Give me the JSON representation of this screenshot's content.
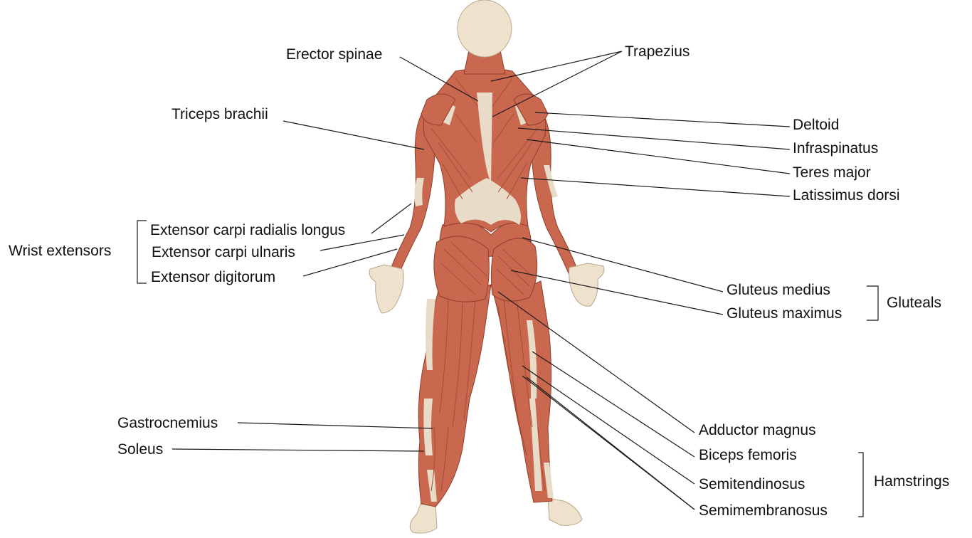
{
  "colors": {
    "muscle": "#c9684f",
    "muscle_dark": "#a84c37",
    "muscle_light": "#dd8b72",
    "tendon": "#e8dcc8",
    "skin": "#efe2cd",
    "line": "#1a1a1a"
  },
  "labels": {
    "erector_spinae": "Erector spinae",
    "trapezius": "Trapezius",
    "triceps_brachii": "Triceps brachii",
    "deltoid": "Deltoid",
    "infraspinatus": "Infraspinatus",
    "teres_major": "Teres major",
    "latissimus_dorsi": "Latissimus dorsi",
    "extensor_carpi_radialis_longus": "Extensor carpi radialis longus",
    "extensor_carpi_ulnaris": "Extensor carpi ulnaris",
    "extensor_digitorum": "Extensor digitorum",
    "gluteus_medius": "Gluteus medius",
    "gluteus_maximus": "Gluteus maximus",
    "gastrocnemius": "Gastrocnemius",
    "soleus": "Soleus",
    "adductor_magnus": "Adductor magnus",
    "biceps_femoris": "Biceps femoris",
    "semitendinosus": "Semitendinosus",
    "semimembranosus": "Semimembranosus"
  },
  "groups": {
    "wrist_extensors": "Wrist extensors",
    "gluteals": "Gluteals",
    "hamstrings": "Hamstrings"
  }
}
